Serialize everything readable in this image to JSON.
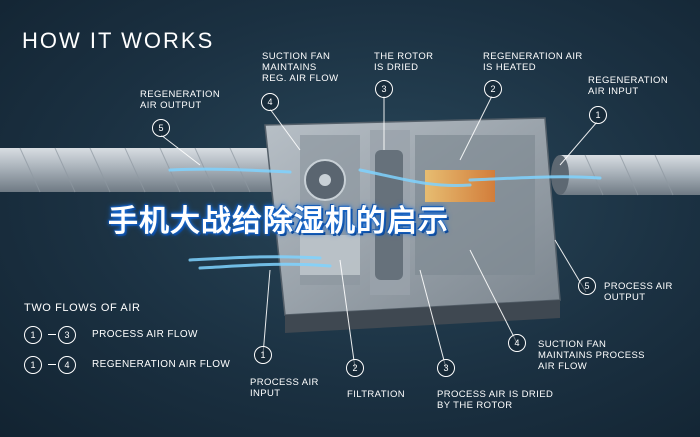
{
  "title": "HOW IT WORKS",
  "banner": "手机大战给除湿机的启示",
  "callouts": [
    {
      "num": "5",
      "text": "REGENERATION\nAIR OUTPUT"
    },
    {
      "num": "4",
      "text": "SUCTION FAN\nMAINTAINS\nREG. AIR FLOW"
    },
    {
      "num": "3",
      "text": "THE ROTOR\nIS DRIED"
    },
    {
      "num": "2",
      "text": "REGENERATION AIR\nIS HEATED"
    },
    {
      "num": "1",
      "text": "REGENERATION\nAIR INPUT"
    },
    {
      "num": "5",
      "text": "PROCESS AIR\nOUTPUT"
    },
    {
      "num": "4",
      "text": "SUCTION FAN\nMAINTAINS PROCESS\nAIR FLOW"
    },
    {
      "num": "3",
      "text": "PROCESS AIR IS DRIED\nBY THE ROTOR"
    },
    {
      "num": "2",
      "text": "FILTRATION"
    },
    {
      "num": "1",
      "text": "PROCESS AIR\nINPUT"
    }
  ],
  "legend": {
    "title": "TWO FLOWS OF AIR",
    "rows": [
      {
        "from": "1",
        "to": "3",
        "label": "PROCESS AIR FLOW"
      },
      {
        "from": "1",
        "to": "4",
        "label": "REGENERATION AIR FLOW"
      }
    ]
  },
  "colors": {
    "background": "#1b3142",
    "flow": "#7fd3ff",
    "banner_glow": "#1a6fd8",
    "heater": "#f0a050"
  }
}
